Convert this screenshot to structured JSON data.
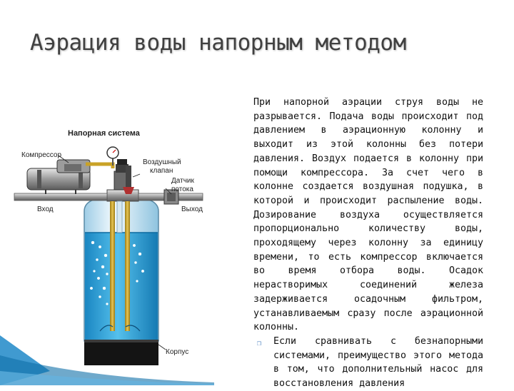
{
  "title": "Аэрация воды напорным методом",
  "diagram": {
    "heading": "Напорная система",
    "labels": {
      "compressor": "Компрессор",
      "air_valve_1": "Воздушный",
      "air_valve_2": "клапан",
      "flow_sensor_1": "Датчик",
      "flow_sensor_2": "потока",
      "inlet": "Вход",
      "outlet": "Выход",
      "housing": "Корпус"
    }
  },
  "body": {
    "paragraph": "При напорной аэрации струя воды не разрывается. Подача воды происходит под давлением в аэрационную колонну и выходит из этой колонны без потери давления. Воздух подается в колонну при помощи компрессора. За счет чего в колонне создается воздушная подушка, в которой и происходит распыление воды. Дозирование воздуха осуществляется пропорционально количеству воды, проходящему через колонну за единицу времени, то есть компрессор включается во время отбора воды. Осадок нерастворимых соединений железа задерживается осадочным фильтром, устанавливаемым сразу после аэрационной колонны.",
    "bullet": "Если сравнивать с безнапорными системами, преимущество этого метода в том, что дополнительный насос для восстановления давления"
  },
  "colors": {
    "water": "#2b9fd6",
    "air": "#d4ecf7",
    "pipe": "#c9a227",
    "base": "#141414",
    "accent": "#1e88c8"
  }
}
